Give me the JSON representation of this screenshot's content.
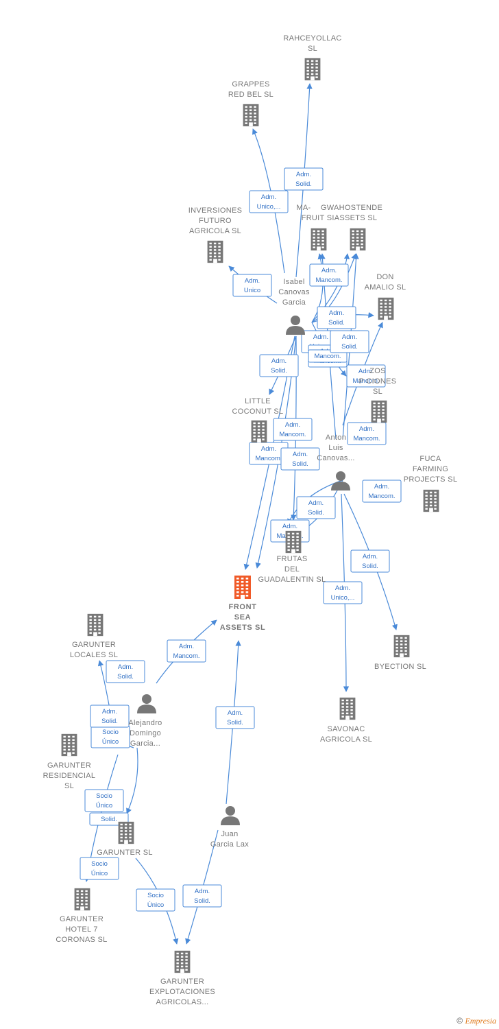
{
  "nodes": [
    {
      "id": "rahceyollac",
      "type": "company",
      "label": [
        "RAHCEYOLLAC",
        "SL"
      ]
    },
    {
      "id": "grappes",
      "type": "company",
      "label": [
        "GRAPPES",
        "RED BEL  SL"
      ]
    },
    {
      "id": "inversiones",
      "type": "company",
      "label": [
        "INVERSIONES",
        "FUTURO",
        "AGRICOLA  SL"
      ]
    },
    {
      "id": "ma",
      "type": "company",
      "label": [
        "MA-"
      ]
    },
    {
      "id": "gwahostende",
      "type": "company",
      "label": [
        "GWAHOSTENDE",
        "FRUIT  SIASSETS  SL"
      ]
    },
    {
      "id": "don_amalio",
      "type": "company",
      "label": [
        "DON",
        "AMALIO SL"
      ]
    },
    {
      "id": "pozos",
      "type": "company",
      "label": [
        "ZOS",
        "P           CIONES",
        "SL"
      ]
    },
    {
      "id": "little_coconut",
      "type": "company",
      "label": [
        "LITTLE",
        "COCONUT  SL"
      ]
    },
    {
      "id": "fuca",
      "type": "company",
      "label": [
        "FUCA",
        "FARMING",
        "PROJECTS  SL"
      ]
    },
    {
      "id": "frutas",
      "type": "company",
      "label": [
        "FRUTAS",
        "DEL",
        "GUADALENTIN SL"
      ]
    },
    {
      "id": "front_sea",
      "type": "company_main",
      "label": [
        "FRONT",
        "SEA",
        "ASSETS  SL"
      ]
    },
    {
      "id": "byection",
      "type": "company",
      "label": [
        "BYECTION  SL"
      ]
    },
    {
      "id": "savonac",
      "type": "company",
      "label": [
        "SAVONAC",
        "AGRICOLA  SL"
      ]
    },
    {
      "id": "garunter_locales",
      "type": "company",
      "label": [
        "GARUNTER",
        "LOCALES SL"
      ]
    },
    {
      "id": "garunter_residencial",
      "type": "company",
      "label": [
        "GARUNTER",
        "RESIDENCIAL",
        "SL"
      ]
    },
    {
      "id": "garunter_sl",
      "type": "company",
      "label": [
        "GARUNTER SL"
      ]
    },
    {
      "id": "garunter_hotel",
      "type": "company",
      "label": [
        "GARUNTER",
        "HOTEL 7",
        "CORONAS  SL"
      ]
    },
    {
      "id": "garunter_explot",
      "type": "company",
      "label": [
        "GARUNTER",
        "EXPLOTACIONES",
        "AGRICOLAS..."
      ]
    },
    {
      "id": "isabel",
      "type": "person",
      "label": [
        "Isabel",
        "Canovas",
        "Garcia"
      ]
    },
    {
      "id": "antonio",
      "type": "person",
      "label": [
        "Anton",
        "Luis",
        "Canovas..."
      ]
    },
    {
      "id": "alejandro",
      "type": "person",
      "label": [
        "Alejandro",
        "Domingo",
        "Garcia..."
      ]
    },
    {
      "id": "juan",
      "type": "person",
      "label": [
        "Juan",
        "Garcia Lax"
      ]
    }
  ],
  "edge_labels": [
    [
      "Adm.",
      "Solid."
    ],
    [
      "Adm.",
      "Unico,..."
    ],
    [
      "Adm.",
      "Unico"
    ],
    [
      "Adm.",
      "Mancom."
    ],
    [
      "Adm.",
      "Solid."
    ],
    [
      "Adm.",
      "Unico..."
    ],
    [
      "Adm.",
      "Mancom."
    ],
    [
      "Mancom."
    ],
    [
      "Adm.",
      "Solid."
    ],
    [
      "Adm.",
      "Solid."
    ],
    [
      "Adm.",
      "Mancom."
    ],
    [
      "Adm.",
      "Solid."
    ],
    [
      "Adm.",
      "Mancom."
    ],
    [
      "Adm.",
      "Solid."
    ],
    [
      "Adm.",
      "Mancom."
    ],
    [
      "Adm.",
      "Mancom."
    ],
    [
      "Adm.",
      "Solid."
    ],
    [
      "Adm.",
      "Mancom."
    ],
    [
      "Adm.",
      "Solid."
    ],
    [
      "Adm.",
      "Unico,..."
    ],
    [
      "Adm.",
      "Mancom."
    ],
    [
      "Adm.",
      "Solid."
    ],
    [
      "Adm.",
      "Mancom."
    ],
    [
      "Adm.",
      "Solid."
    ],
    [
      "Socio",
      "Único"
    ],
    [
      "Adm.",
      "Solid."
    ],
    [
      "Socio",
      "Único"
    ],
    [
      "Solid."
    ],
    [
      "Socio",
      "Único"
    ],
    [
      "Socio",
      "Único"
    ],
    [
      "Adm.",
      "Solid."
    ]
  ],
  "colors": {
    "company_icon": "#777777",
    "main_icon": "#f05a28",
    "person_icon": "#777777",
    "edge": "#4a8ad8",
    "edge_text": "#2f6fc4",
    "label": "#777777"
  },
  "footer": {
    "copyright": "©",
    "brand": "Empresia"
  }
}
